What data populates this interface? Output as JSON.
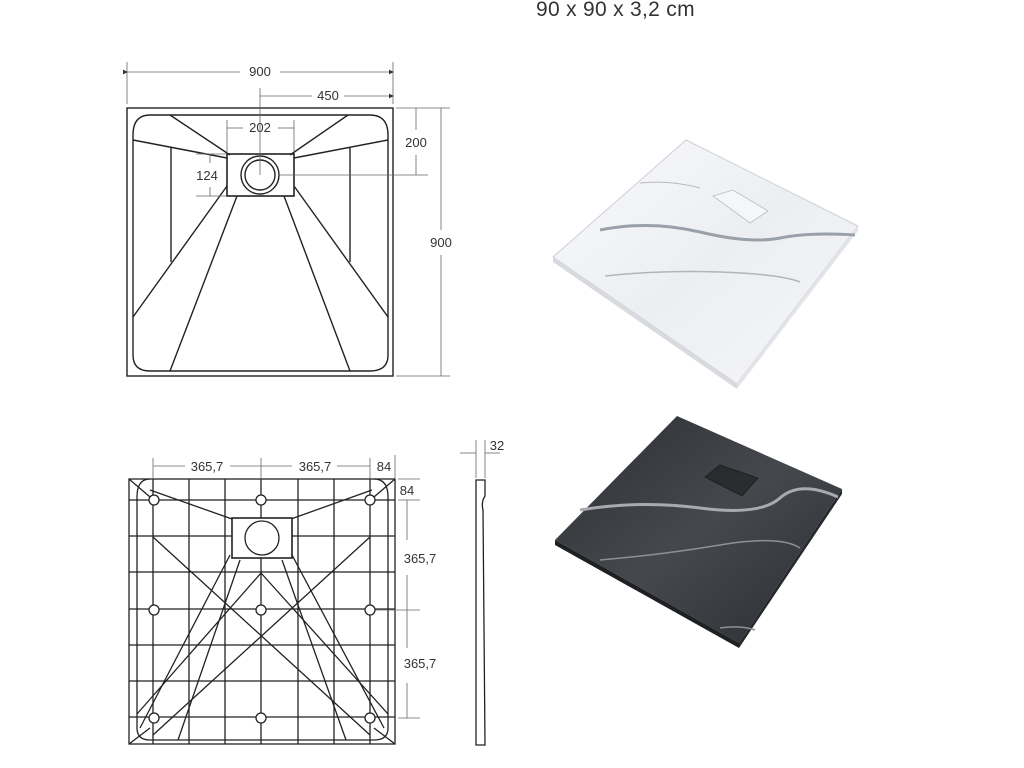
{
  "title": "90 x 90 x 3,2 cm",
  "top_view": {
    "width_label": "900",
    "half_width_label": "450",
    "drain_width_label": "202",
    "drain_height_label": "124",
    "drain_offset_label": "200",
    "height_label": "900"
  },
  "bottom_view": {
    "spacing_x1": "365,7",
    "spacing_x2": "365,7",
    "edge_x": "84",
    "edge_y": "84",
    "spacing_y1": "365,7",
    "spacing_y2": "365,7"
  },
  "side_view": {
    "thickness_label": "32"
  },
  "photos": [
    {
      "name": "white-marble-tray",
      "color": "#f2f3f5"
    },
    {
      "name": "black-slate-tray",
      "color": "#3a3c40"
    }
  ]
}
